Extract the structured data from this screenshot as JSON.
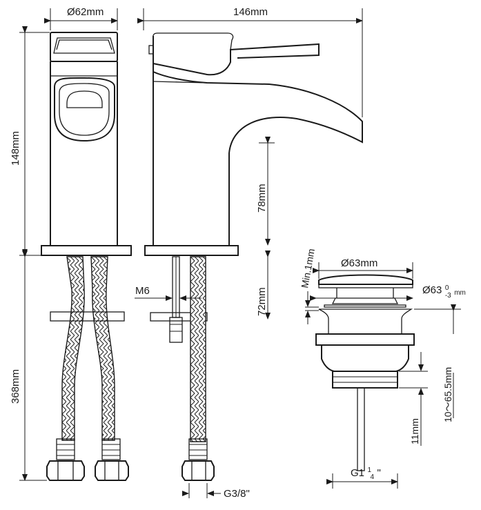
{
  "dimensions": {
    "body_diameter": "Ø62mm",
    "length": "146mm",
    "height": "148mm",
    "spout_height": "78mm",
    "connection_height": "72mm",
    "hose_length": "368mm",
    "thread": "M6",
    "hose_thread": "G3/8\"",
    "waste_head_diameter": "Ø63mm",
    "waste_tolerance_prefix": "Ø63",
    "waste_tolerance_upper": "0",
    "waste_tolerance_lower": "-3",
    "waste_tolerance_unit": "mm",
    "min_gap": "Min.1mm",
    "adjust_range": "10～65.5mm",
    "waste_thread_length": "11mm",
    "waste_thread_prefix": "G1",
    "waste_thread_num": "1",
    "waste_thread_den": "4",
    "waste_thread_suffix": "\""
  },
  "colors": {
    "line": "#1a1a1a",
    "background": "#ffffff"
  }
}
